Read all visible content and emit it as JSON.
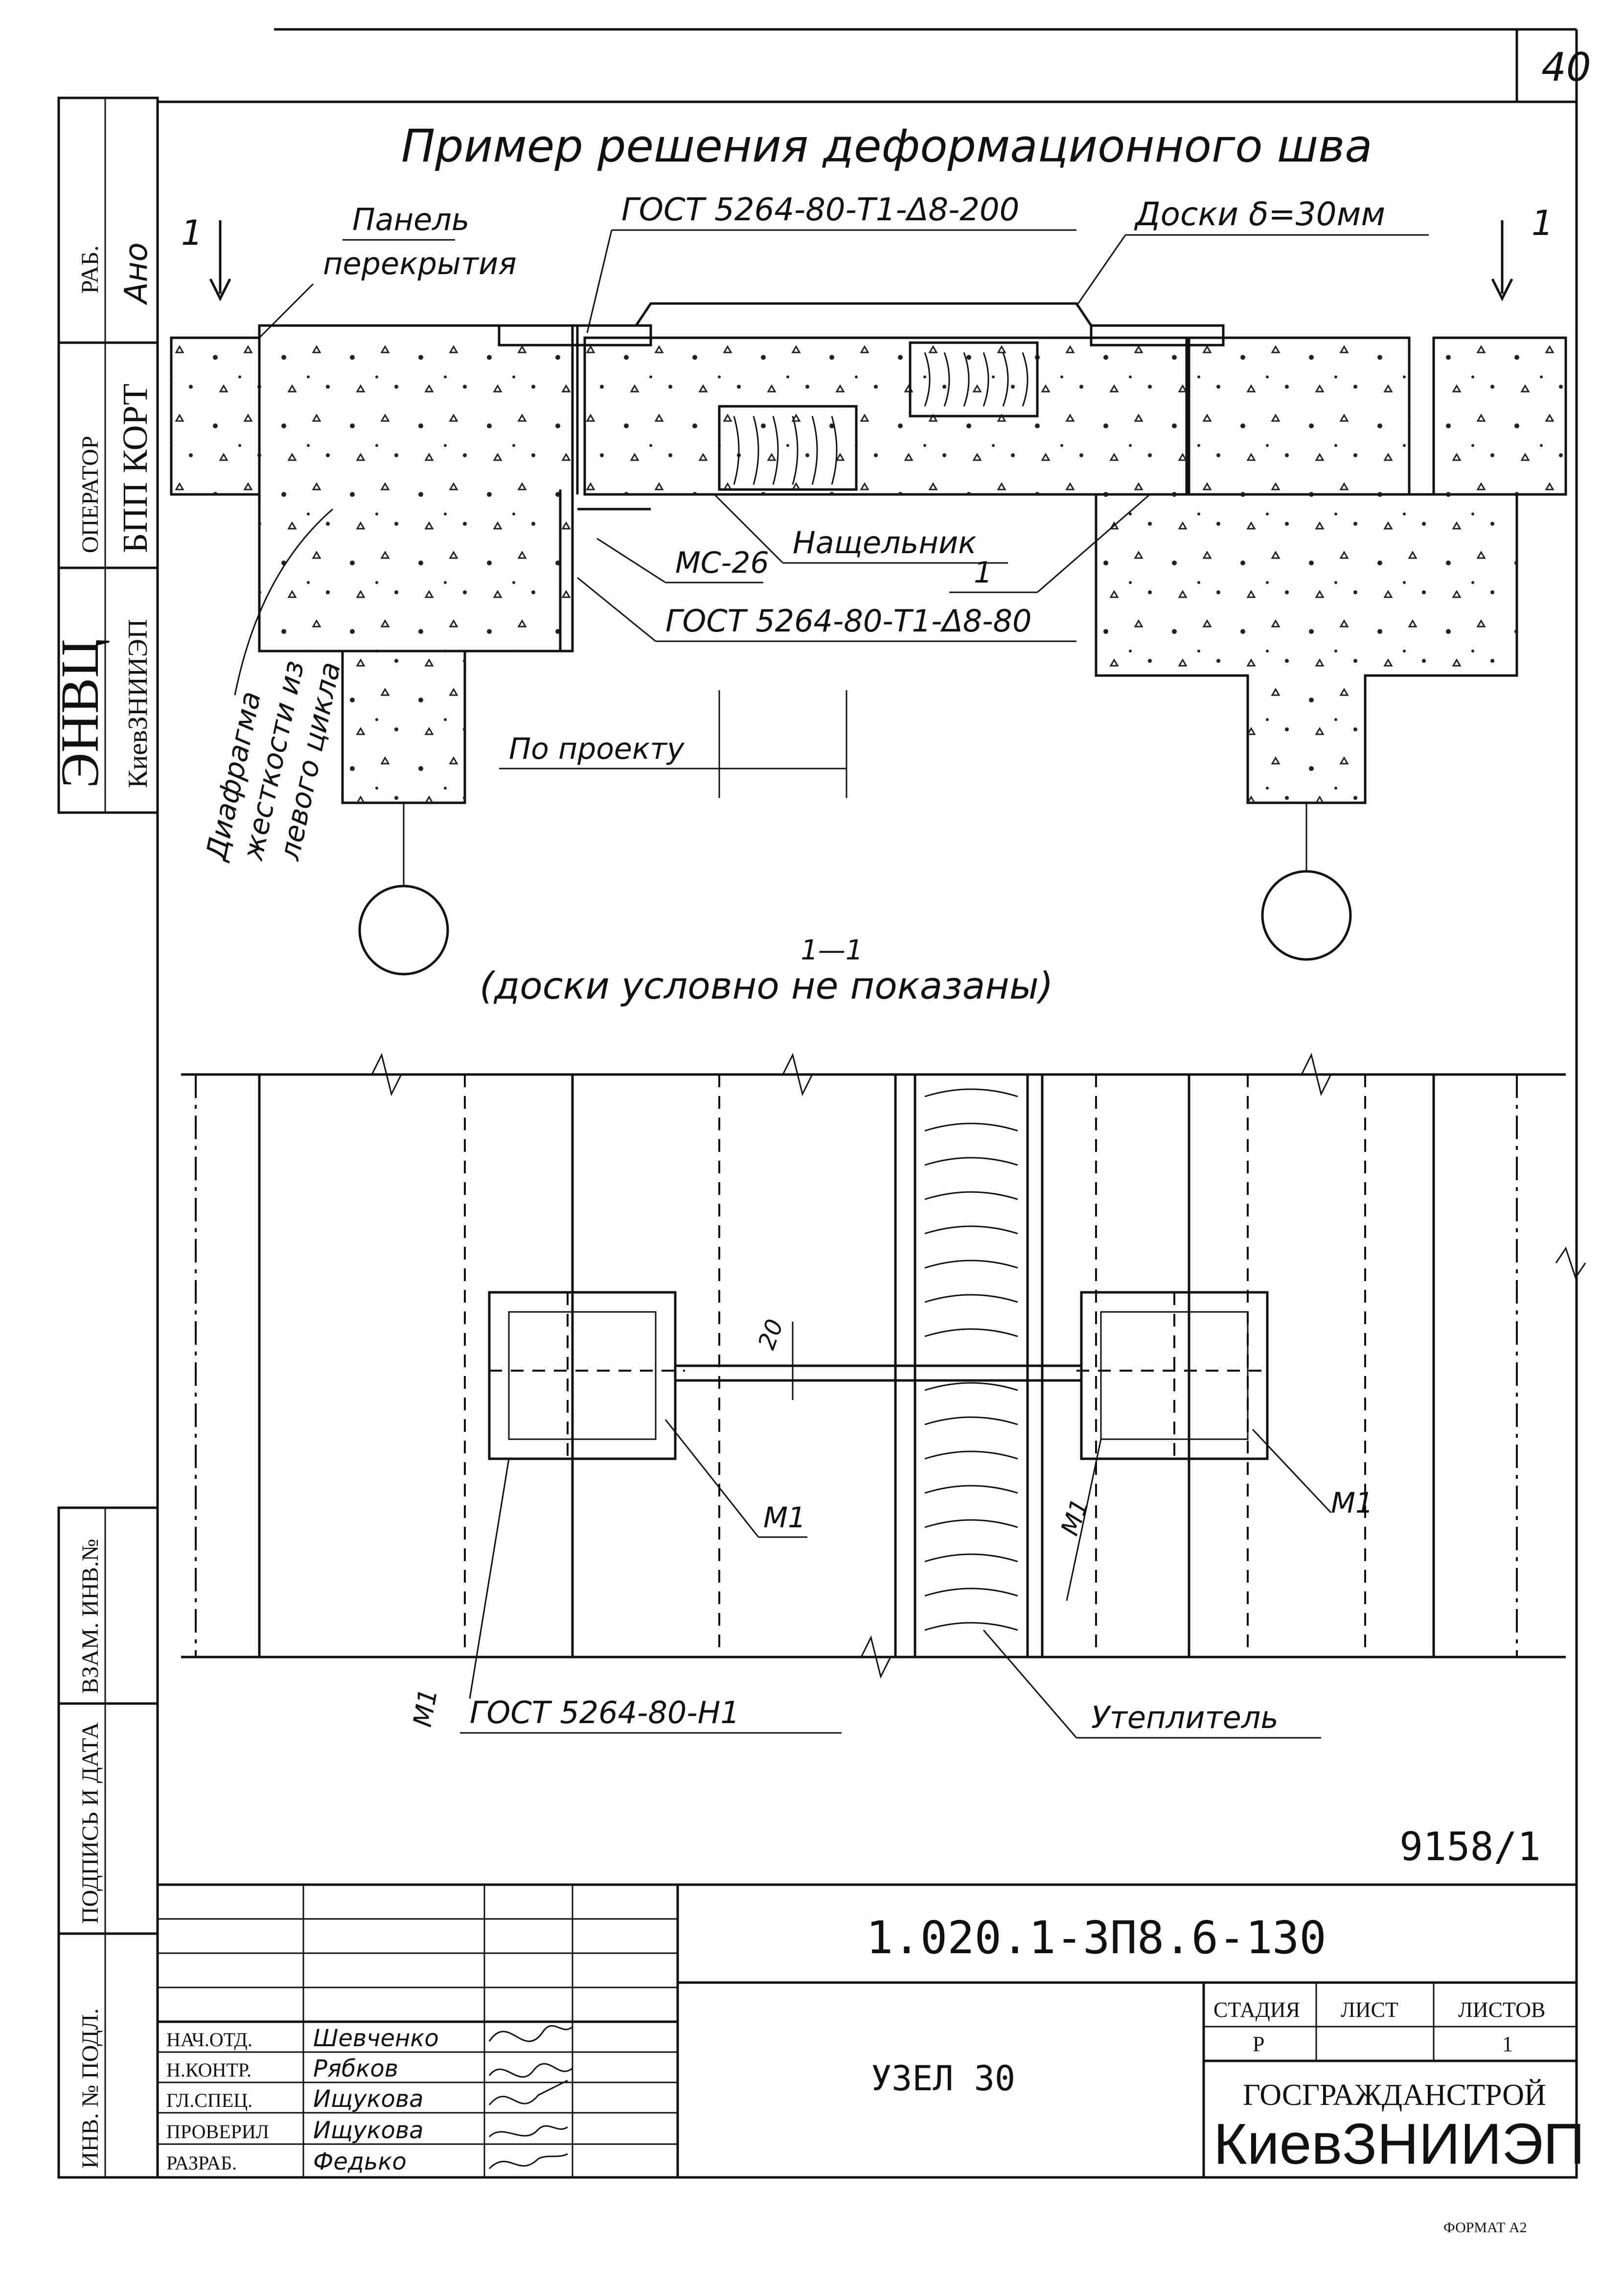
{
  "sheet": {
    "page_number": "40",
    "title": "Пример решения деформационного шва",
    "section_caption": "(доски условно не показаны)",
    "section_mark": "1—1",
    "format": "ФОРМАТ А2",
    "inventory_number": "9158/1"
  },
  "left_stamp": {
    "org": "ЭНВЦ",
    "org_sub": "КиевЗНИИЭП",
    "operator_label": "ОПЕРАТОР",
    "operator_value": "БПП КОРТ",
    "work_label": "РАБ.",
    "work_value": "Ано",
    "lower_labels": [
      "ВЗАМ. ИНВ.№",
      "ПОДПИСЬ И ДАТА",
      "ИНВ. № ПОДЛ."
    ]
  },
  "labels": {
    "panel": "Панель",
    "panel2": "перекрытия",
    "gost_top": "ГОСТ 5264-80-Т1-Δ8-200",
    "boards": "Доски δ=30мм",
    "sectmark_left": "1",
    "sectmark_right": "1",
    "nashchelnik": "Нащельник",
    "mark_one": "1",
    "ms": "МС-26",
    "gost_mid": "ГОСТ 5264-80-Т1-Δ8-80",
    "po_proektu": "По проекту",
    "vertical_note_1": "Диафрагма",
    "vertical_note_2": "жесткости из",
    "vertical_note_3": "левого цикла",
    "dim_20": "20",
    "m1_left": "М1",
    "m1_right": "М1",
    "m1_diag": "М1",
    "m1_bottom": "М1",
    "gost_bottom": "ГОСТ 5264-80-Н1",
    "insulation": "Утеплитель"
  },
  "title_block": {
    "doc_code": "1.020.1-3П8.6-1",
    "doc_num": "30",
    "drawing_name": "УЗЕЛ 30",
    "stage_header": "СТАДИЯ",
    "sheet_header": "ЛИСТ",
    "sheets_header": "ЛИСТОВ",
    "stage_value": "Р",
    "sheet_value": "",
    "sheets_value": "1",
    "org_top": "ГОСГРАЖДАНСТРОЙ",
    "org_bottom": "КиевЗНИИЭП",
    "signatures": [
      {
        "role": "НАЧ.ОТД.",
        "name": "Шевченко"
      },
      {
        "role": "Н.КОНТР.",
        "name": "Рябков"
      },
      {
        "role": "ГЛ.СПЕЦ.",
        "name": "Ищукова"
      },
      {
        "role": "ПРОВЕРИЛ",
        "name": "Ищукова"
      },
      {
        "role": "РАЗРАБ.",
        "name": "Федько"
      }
    ]
  }
}
